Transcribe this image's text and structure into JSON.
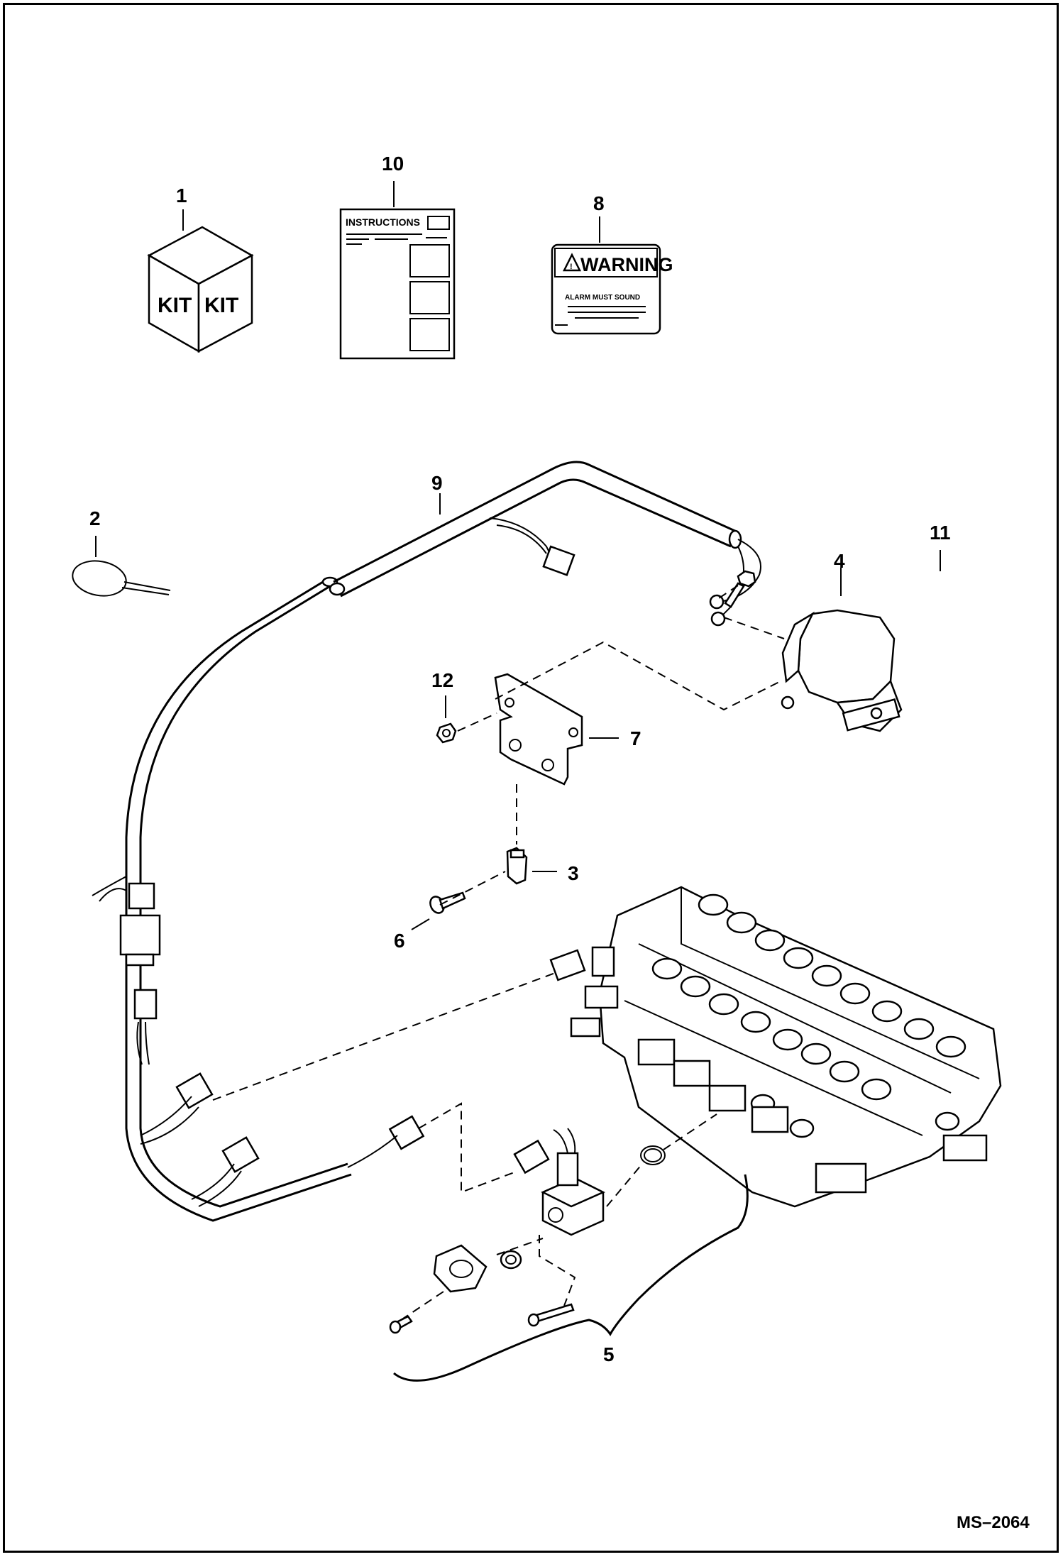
{
  "drawing_number": "MS–2064",
  "callouts": {
    "c1": "1",
    "c2": "2",
    "c3": "3",
    "c4": "4",
    "c5": "5",
    "c6": "6",
    "c7": "7",
    "c8": "8",
    "c9": "9",
    "c10": "10",
    "c11": "11",
    "c12": "12"
  },
  "kit_box": {
    "face_left": "KIT",
    "face_right": "KIT"
  },
  "instructions": {
    "heading": "INSTRUCTIONS"
  },
  "warning_decal": {
    "heading": "WARNING",
    "body": "ALARM MUST SOUND"
  }
}
